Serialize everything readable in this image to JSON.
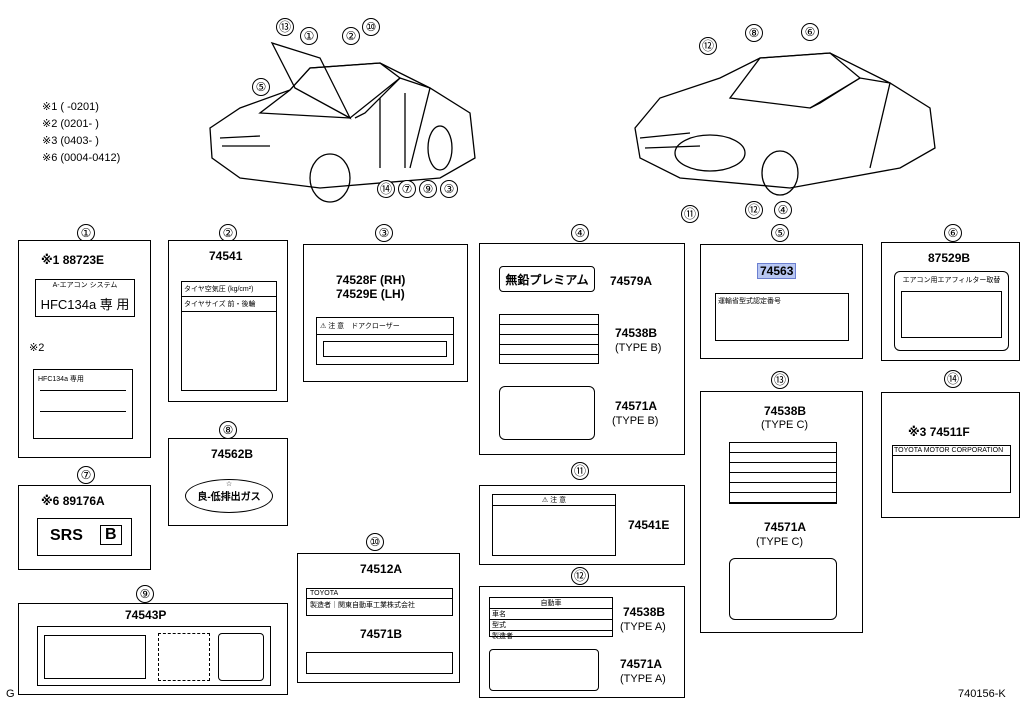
{
  "notes": [
    "※1 (      -0201)",
    "※2 (0201-      )",
    "※3 (0403-      )",
    "※6 (0004-0412)"
  ],
  "car_callouts": {
    "front": [
      "⑬",
      "①",
      "②",
      "⑩",
      "⑤",
      "⑭",
      "⑦",
      "⑨",
      "③"
    ],
    "rear": [
      "⑫",
      "⑧",
      "⑥",
      "⑪",
      "⑫",
      "④"
    ]
  },
  "panels": {
    "p1": {
      "num": "①",
      "note1": "※1",
      "part": "88723E",
      "text1": "HFC134a 専 用",
      "note2": "※2",
      "mini": "HFC134a 専用"
    },
    "p2": {
      "num": "②",
      "part": "74541",
      "row1a": "タイヤ空気圧",
      "row1b": "(kg/cm²)",
      "row2a": "タイヤサイズ",
      "row2b": "前・後輪"
    },
    "p3": {
      "num": "③",
      "part1": "74528F (RH)",
      "part2": "74529E (LH)",
      "warn": "注 意",
      "text": "ドアクローザー"
    },
    "p4": {
      "num": "④",
      "text1": "無鉛プレミアム",
      "part1": "74579A",
      "part2": "74538B",
      "sub2": "(TYPE B)",
      "part3": "74571A",
      "sub3": "(TYPE B)"
    },
    "p5": {
      "num": "⑤",
      "part": "74563",
      "text": "運輸省型式認定番号"
    },
    "p6": {
      "num": "⑥",
      "part": "87529B",
      "text": "エアコン用エアフィルター取替"
    },
    "p7": {
      "num": "⑦",
      "note": "※6",
      "part": "89176A",
      "srs": "SRS",
      "b": "B"
    },
    "p8": {
      "num": "⑧",
      "part": "74562B",
      "star": "☆",
      "text": "良-低排出ガス"
    },
    "p9": {
      "num": "⑨",
      "part": "74543P"
    },
    "p10": {
      "num": "⑩",
      "part1": "74512A",
      "r1": "TOYOTA",
      "r2a": "製造者",
      "r2b": "関東自動車工業株式会社",
      "part2": "74571B"
    },
    "p11": {
      "num": "⑪",
      "warn": "注 意",
      "part": "74541E"
    },
    "p12": {
      "num": "⑫",
      "head": "自動車",
      "part1": "74538B",
      "sub1": "(TYPE A)",
      "part2": "74571A",
      "sub2": "(TYPE A)",
      "r1": "車名",
      "r2": "型式",
      "r3": "製造者"
    },
    "p13": {
      "num": "⑬",
      "part1": "74538B",
      "sub1": "(TYPE C)",
      "part2": "74571A",
      "sub2": "(TYPE C)"
    },
    "p14": {
      "num": "⑭",
      "note": "※3",
      "part": "74511F",
      "corp": "TOYOTA MOTOR CORPORATION"
    }
  },
  "footer": {
    "left": "G",
    "right": "740156-K"
  },
  "colors": {
    "highlight": "#b8c7f2",
    "line": "#000000"
  }
}
